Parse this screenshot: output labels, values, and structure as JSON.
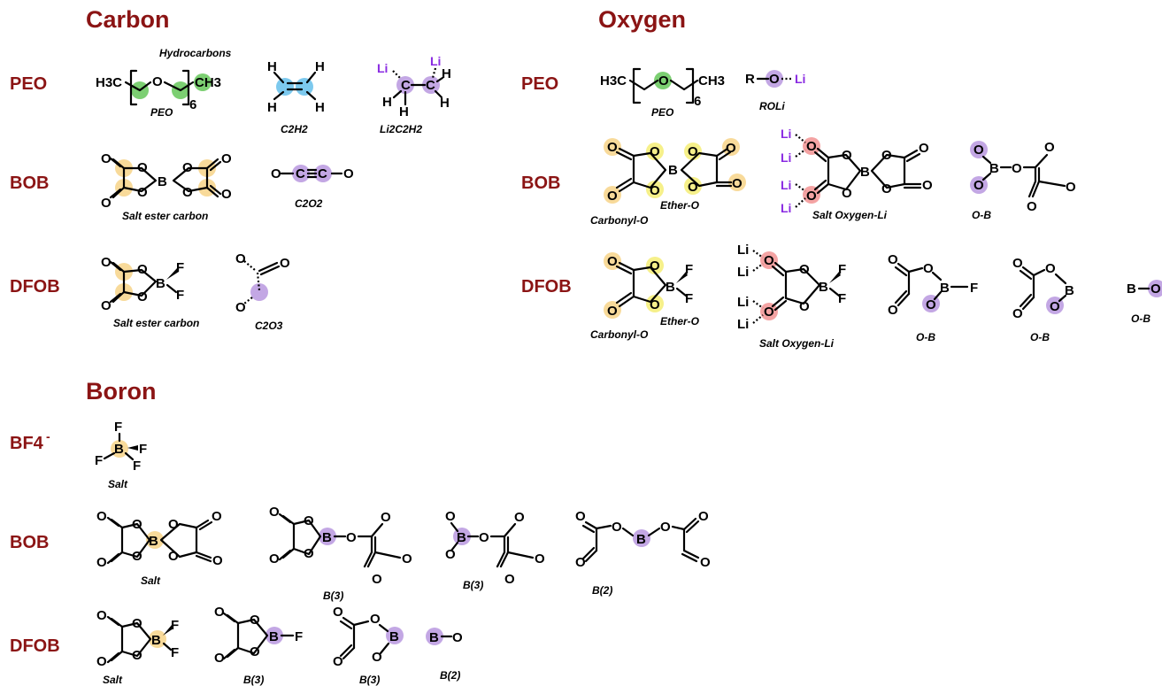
{
  "sections": {
    "carbon": "Carbon",
    "oxygen": "Oxygen",
    "boron": "Boron"
  },
  "rows": {
    "peo": "PEO",
    "bob": "BOB",
    "dfob": "DFOB",
    "bf4": "BF4",
    "bf4_sup": "-"
  },
  "captions": {
    "hydrocarbons": "Hydrocarbons",
    "peo": "PEO",
    "c2h2": "C2H2",
    "li2c2h2": "Li2C2H2",
    "salt_ester_carbon": "Salt ester carbon",
    "c2o2": "C2O2",
    "c2o3": "C2O3",
    "roli": "ROLi",
    "carbonyl_o": "Carbonyl-O",
    "ether_o": "Ether-O",
    "salt_oxygen_li": "Salt Oxygen-Li",
    "o_b": "O-B",
    "salt": "Salt",
    "b3": "B(3)",
    "b2": "B(2)"
  },
  "atoms": {
    "O": "O",
    "B": "B",
    "F": "F",
    "C": "C",
    "H": "H",
    "R": "R",
    "Li": "Li",
    "H3C": "H3C",
    "CH3": "CH3",
    "six": "6"
  },
  "colors": {
    "header": "#8b1414",
    "peo_green": "#7ccf72",
    "hydrocarbon_blue": "#7cc9ee",
    "lithium_purple": "#8a2be2",
    "highlight_purple": "#c3a7e4",
    "ester_yellow": "#f8da9a",
    "ether_yellow": "#f6f08a",
    "salt_oxygen_pink": "#f4a3a3",
    "bond": "#000000"
  }
}
